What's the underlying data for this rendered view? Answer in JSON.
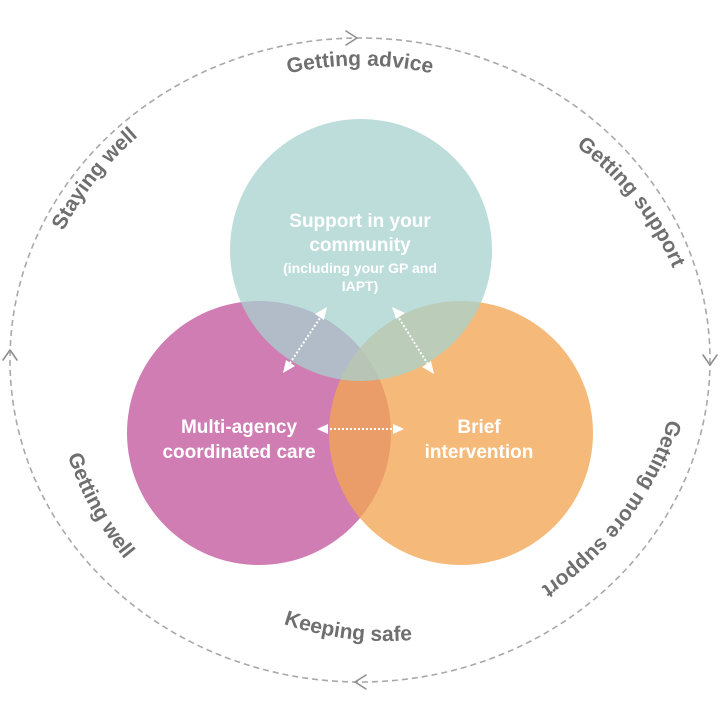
{
  "ring": {
    "labels": {
      "getting_advice": "Getting advice",
      "getting_support": "Getting support",
      "getting_more_support": "Getting more support",
      "keeping_safe": "Keeping safe",
      "getting_well": "Getting well",
      "staying_well": "Staying well"
    }
  },
  "circles": {
    "community": {
      "line1": "Support in your",
      "line2": "community",
      "sub1": "(including your GP and",
      "sub2": "IAPT)",
      "color": "#a7d1cf"
    },
    "multi_agency": {
      "line1": "Multi-agency",
      "line2": "coordinated care",
      "color": "#c2589e"
    },
    "brief": {
      "line1": "Brief",
      "line2": "intervention",
      "color": "#f2a654"
    }
  }
}
